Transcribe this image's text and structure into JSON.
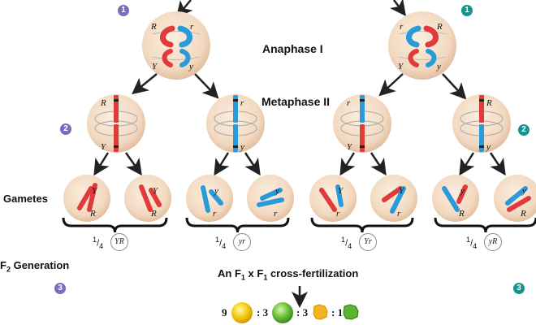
{
  "stages": {
    "anaphase": "Anaphase I",
    "metaphase": "Metaphase II",
    "gametes": "Gametes"
  },
  "generation": {
    "prefix": "F",
    "sub": "2",
    "suffix": " Generation"
  },
  "cross": {
    "part1": "An F",
    "sub1": "1",
    "part2": " x F",
    "sub2": "1",
    "part3": " cross-fertilization"
  },
  "badges": {
    "left": [
      "1",
      "2",
      "3"
    ],
    "right": [
      "1",
      "2",
      "3"
    ],
    "colors": {
      "left": "#7b6cc0",
      "right": "#13948f"
    }
  },
  "anaphase_cells": [
    {
      "top_left": "R",
      "top_right": "r",
      "bottom_left": "Y",
      "bottom_right": "y"
    },
    {
      "top_left": "r",
      "top_right": "R",
      "bottom_left": "Y",
      "bottom_right": "y"
    }
  ],
  "metaphase_cells": [
    {
      "top": "R",
      "bottom": "Y"
    },
    {
      "top": "r",
      "bottom": "y"
    },
    {
      "top": "r",
      "bottom": "Y"
    },
    {
      "top": "R",
      "bottom": "y"
    }
  ],
  "gamete_cells": [
    {
      "a": "Y",
      "b": "R"
    },
    {
      "a": "Y",
      "b": "R"
    },
    {
      "a": "y",
      "b": "r"
    },
    {
      "a": "y",
      "b": "r"
    },
    {
      "a": "Y",
      "b": "r"
    },
    {
      "a": "Y",
      "b": "r"
    },
    {
      "a": "y",
      "b": "R"
    },
    {
      "a": "y",
      "b": "R"
    }
  ],
  "gamete_groups": [
    {
      "fraction": "1/4",
      "num": "1",
      "den": "4",
      "genotype": "YR"
    },
    {
      "fraction": "1/4",
      "num": "1",
      "den": "4",
      "genotype": "yr"
    },
    {
      "fraction": "1/4",
      "num": "1",
      "den": "4",
      "genotype": "Yr"
    },
    {
      "fraction": "1/4",
      "num": "1",
      "den": "4",
      "genotype": "yR"
    }
  ],
  "ratio": [
    {
      "count": "9",
      "phenotype": "yellow-round"
    },
    {
      "count": ": 3",
      "phenotype": "green-round"
    },
    {
      "count": ": 3",
      "phenotype": "yellow-wrinkled"
    },
    {
      "count": ": 1",
      "phenotype": "green-wrinkled"
    }
  ],
  "colors": {
    "cell_fill": "#f3dcc4",
    "red_chromosome": "#e03a3a",
    "blue_chromosome": "#2a9ad8",
    "yellow_pea": "#f5cc10",
    "green_pea": "#6cc23a"
  }
}
